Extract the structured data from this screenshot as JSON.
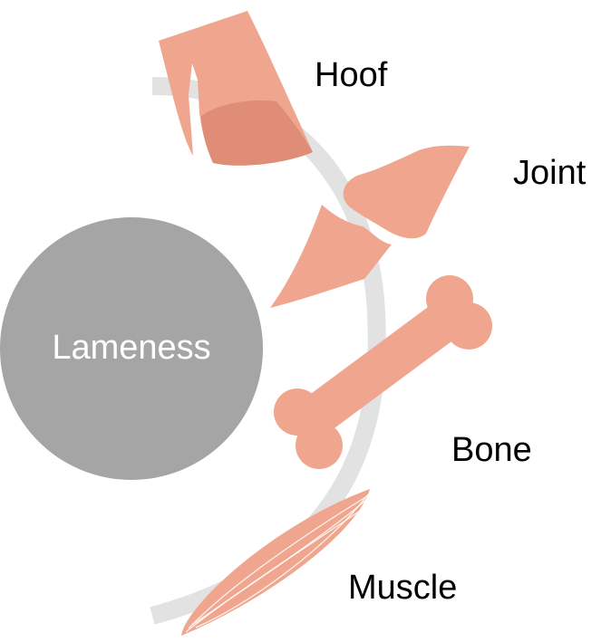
{
  "center": {
    "label": "Lameness"
  },
  "items": [
    {
      "label": "Hoof",
      "icon": "hoof-icon"
    },
    {
      "label": "Joint",
      "icon": "joint-icon"
    },
    {
      "label": "Bone",
      "icon": "bone-icon"
    },
    {
      "label": "Muscle",
      "icon": "muscle-icon"
    }
  ],
  "colors": {
    "circle": "#a5a5a5",
    "arc": "#e2e2e2",
    "icon_fill": "#f0a58e",
    "hoof_shadow": "#d9866f",
    "text": "#000000",
    "center_text": "#ffffff"
  }
}
